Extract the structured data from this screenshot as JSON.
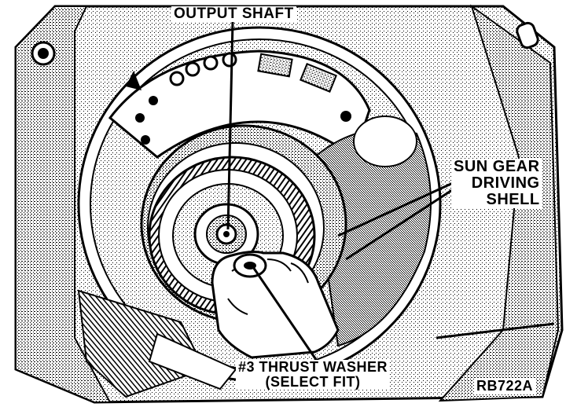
{
  "labels": {
    "output_shaft": "OUTPUT SHAFT",
    "sun_gear_line1": "SUN GEAR",
    "sun_gear_line2": "DRIVING",
    "sun_gear_line3": "SHELL",
    "thrust_washer_line1": "#3 THRUST WASHER",
    "thrust_washer_line2": "(SELECT FIT)",
    "figure_code": "RB722A"
  }
}
